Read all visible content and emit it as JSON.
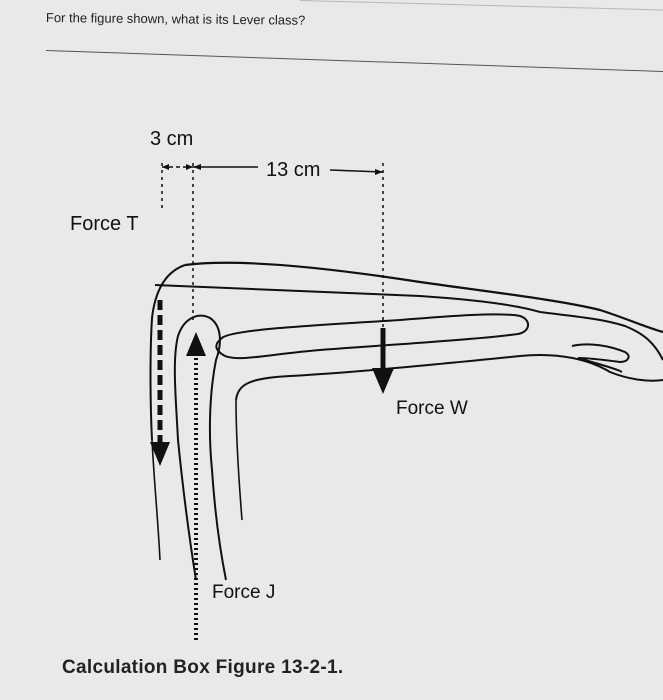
{
  "question": {
    "text": "For the figure shown, what is its Lever class?"
  },
  "figure": {
    "dimension_short": "3 cm",
    "dimension_long": "13 cm",
    "force_t_label": "Force T",
    "force_w_label": "Force W",
    "force_j_label": "Force J",
    "caption": "Calculation Box Figure 13-2-1."
  }
}
